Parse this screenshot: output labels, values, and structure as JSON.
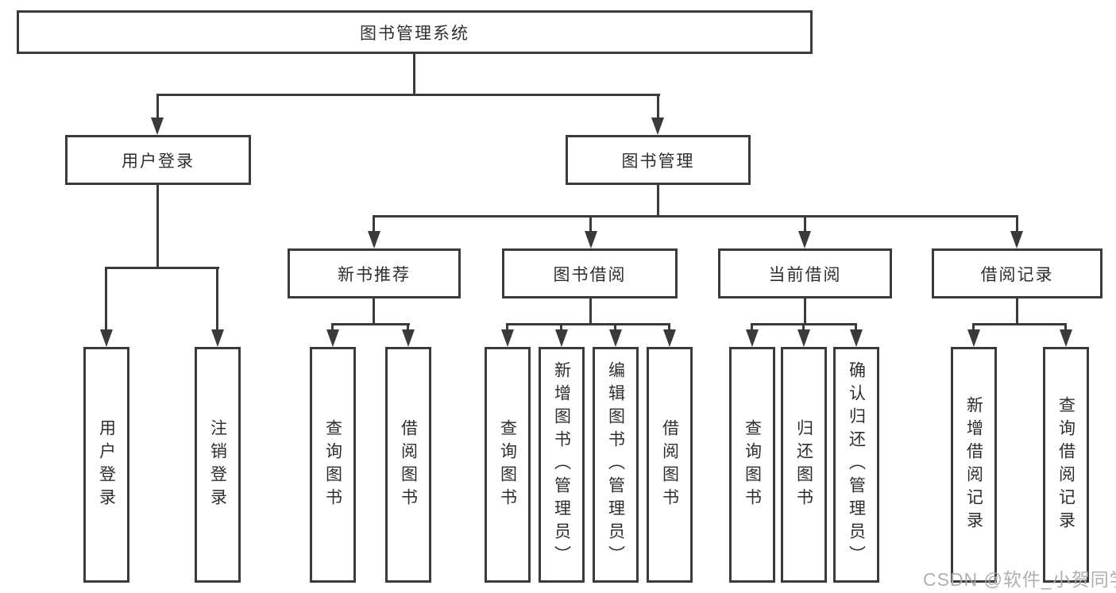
{
  "tree": {
    "root": "图书管理系统",
    "level2": {
      "user_login": "用户登录",
      "book_mgmt": "图书管理"
    },
    "level3": {
      "new_book": "新书推荐",
      "book_borrow": "图书借阅",
      "current_borrow": "当前借阅",
      "borrow_record": "借阅记录"
    },
    "leaves": {
      "user_login_1": "用户登录",
      "user_login_2": "注销登录",
      "new_book_1": "查询图书",
      "new_book_2": "借阅图书",
      "book_borrow_1": "查询图书",
      "book_borrow_2": "新增图书（管理员）",
      "book_borrow_3": "编辑图书（管理员）",
      "book_borrow_4": "借阅图书",
      "current_borrow_1": "查询图书",
      "current_borrow_2": "归还图书",
      "current_borrow_3": "确认归还（管理员）",
      "borrow_record_1": "新增借阅记录",
      "borrow_record_2": "查询借阅记录"
    }
  },
  "watermark": "CSDN @软件_小贺同学",
  "colors": {
    "line": "#3a3a3a",
    "border": "#3b3b3b",
    "text": "#2e2e2e",
    "watermark": "#a8a8a8",
    "background": "#ffffff"
  }
}
